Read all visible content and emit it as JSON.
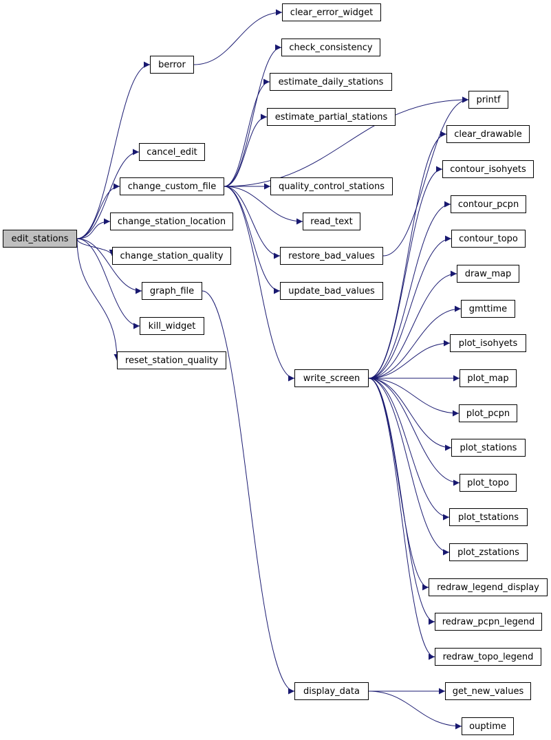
{
  "diagram": {
    "type": "call-graph",
    "colors": {
      "edge": "#191970",
      "root_fill": "#bfbfbf",
      "node_fill": "#ffffff",
      "node_border": "#000000"
    },
    "nodes": {
      "edit_stations": "edit_stations",
      "berror": "berror",
      "clear_error_widget": "clear_error_widget",
      "cancel_edit": "cancel_edit",
      "change_custom_file": "change_custom_file",
      "check_consistency": "check_consistency",
      "estimate_daily_stations": "estimate_daily_stations",
      "estimate_partial_stations": "estimate_partial_stations",
      "printf": "printf",
      "quality_control_stations": "quality_control_stations",
      "read_text": "read_text",
      "restore_bad_values": "restore_bad_values",
      "update_bad_values": "update_bad_values",
      "write_screen": "write_screen",
      "change_station_location": "change_station_location",
      "change_station_quality": "change_station_quality",
      "graph_file": "graph_file",
      "display_data": "display_data",
      "kill_widget": "kill_widget",
      "reset_station_quality": "reset_station_quality",
      "clear_drawable": "clear_drawable",
      "contour_isohyets": "contour_isohyets",
      "contour_pcpn": "contour_pcpn",
      "contour_topo": "contour_topo",
      "draw_map": "draw_map",
      "gmttime": "gmttime",
      "plot_isohyets": "plot_isohyets",
      "plot_map": "plot_map",
      "plot_pcpn": "plot_pcpn",
      "plot_stations": "plot_stations",
      "plot_topo": "plot_topo",
      "plot_tstations": "plot_tstations",
      "plot_zstations": "plot_zstations",
      "redraw_legend_display": "redraw_legend_display",
      "redraw_pcpn_legend": "redraw_pcpn_legend",
      "redraw_topo_legend": "redraw_topo_legend",
      "get_new_values": "get_new_values",
      "ouptime": "ouptime"
    },
    "edges": [
      [
        "edit_stations",
        "berror"
      ],
      [
        "edit_stations",
        "cancel_edit"
      ],
      [
        "edit_stations",
        "change_custom_file"
      ],
      [
        "edit_stations",
        "change_station_location"
      ],
      [
        "edit_stations",
        "change_station_quality"
      ],
      [
        "edit_stations",
        "graph_file"
      ],
      [
        "edit_stations",
        "kill_widget"
      ],
      [
        "edit_stations",
        "reset_station_quality"
      ],
      [
        "berror",
        "clear_error_widget"
      ],
      [
        "change_custom_file",
        "check_consistency"
      ],
      [
        "change_custom_file",
        "estimate_daily_stations"
      ],
      [
        "change_custom_file",
        "estimate_partial_stations"
      ],
      [
        "change_custom_file",
        "printf"
      ],
      [
        "change_custom_file",
        "quality_control_stations"
      ],
      [
        "change_custom_file",
        "read_text"
      ],
      [
        "change_custom_file",
        "restore_bad_values"
      ],
      [
        "change_custom_file",
        "update_bad_values"
      ],
      [
        "change_custom_file",
        "write_screen"
      ],
      [
        "restore_bad_values",
        "printf"
      ],
      [
        "graph_file",
        "display_data"
      ],
      [
        "write_screen",
        "clear_drawable"
      ],
      [
        "write_screen",
        "contour_isohyets"
      ],
      [
        "write_screen",
        "contour_pcpn"
      ],
      [
        "write_screen",
        "contour_topo"
      ],
      [
        "write_screen",
        "draw_map"
      ],
      [
        "write_screen",
        "gmttime"
      ],
      [
        "write_screen",
        "plot_isohyets"
      ],
      [
        "write_screen",
        "plot_map"
      ],
      [
        "write_screen",
        "plot_pcpn"
      ],
      [
        "write_screen",
        "plot_stations"
      ],
      [
        "write_screen",
        "plot_topo"
      ],
      [
        "write_screen",
        "plot_tstations"
      ],
      [
        "write_screen",
        "plot_zstations"
      ],
      [
        "write_screen",
        "redraw_legend_display"
      ],
      [
        "write_screen",
        "redraw_pcpn_legend"
      ],
      [
        "write_screen",
        "redraw_topo_legend"
      ],
      [
        "display_data",
        "get_new_values"
      ],
      [
        "display_data",
        "ouptime"
      ]
    ]
  }
}
